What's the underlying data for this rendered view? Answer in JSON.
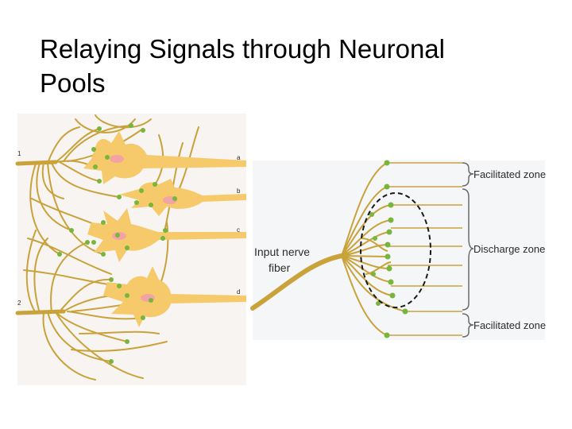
{
  "slide": {
    "title_line1": "Relaying Signals through Neuronal",
    "title_line2": "Pools"
  },
  "left_figure": {
    "input_labels": [
      "1",
      "2"
    ],
    "output_labels": [
      "a",
      "b",
      "c",
      "d"
    ],
    "colors": {
      "neuron_body": "#f6ca6b",
      "nucleus": "#f3a3a5",
      "fiber": "#c9a23a",
      "terminal": "#77b63b",
      "panel": "#f7f4f2"
    }
  },
  "right_figure": {
    "input_label_line1": "Input nerve",
    "input_label_line2": "fiber",
    "zones": [
      "Facilitated zone",
      "Discharge zone",
      "Facilitated zone"
    ],
    "colors": {
      "fiber": "#c9a23a",
      "terminal": "#77b63b",
      "output_line": "#c9a23a",
      "panel": "#f4f6f8",
      "zone_border": "#1a1a1a"
    }
  }
}
